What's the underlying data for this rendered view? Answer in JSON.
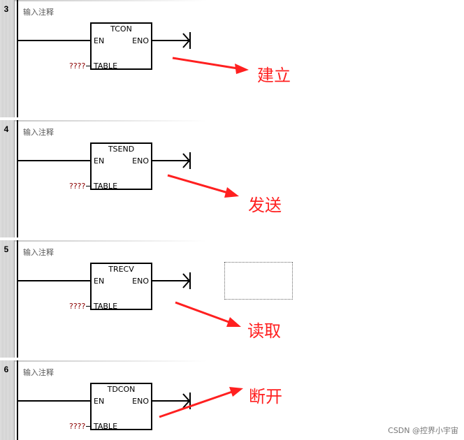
{
  "networks": [
    {
      "num": "3",
      "comment": "输入注释",
      "block": "TCON",
      "en": "EN",
      "eno": "ENO",
      "param": "TABLE",
      "value": "????",
      "annotation": "建立"
    },
    {
      "num": "4",
      "comment": "输入注释",
      "block": "TSEND",
      "en": "EN",
      "eno": "ENO",
      "param": "TABLE",
      "value": "????",
      "annotation": "发送"
    },
    {
      "num": "5",
      "comment": "输入注释",
      "block": "TRECV",
      "en": "EN",
      "eno": "ENO",
      "param": "TABLE",
      "value": "????",
      "annotation": "读取"
    },
    {
      "num": "6",
      "comment": "输入注释",
      "block": "TDCON",
      "en": "EN",
      "eno": "ENO",
      "param": "TABLE",
      "value": "????",
      "annotation": "断开"
    }
  ],
  "watermark": "CSDN @控界小宇宙",
  "colors": {
    "annotation": "#ff2020",
    "unassigned": "#8b0000",
    "wire": "#000000"
  }
}
